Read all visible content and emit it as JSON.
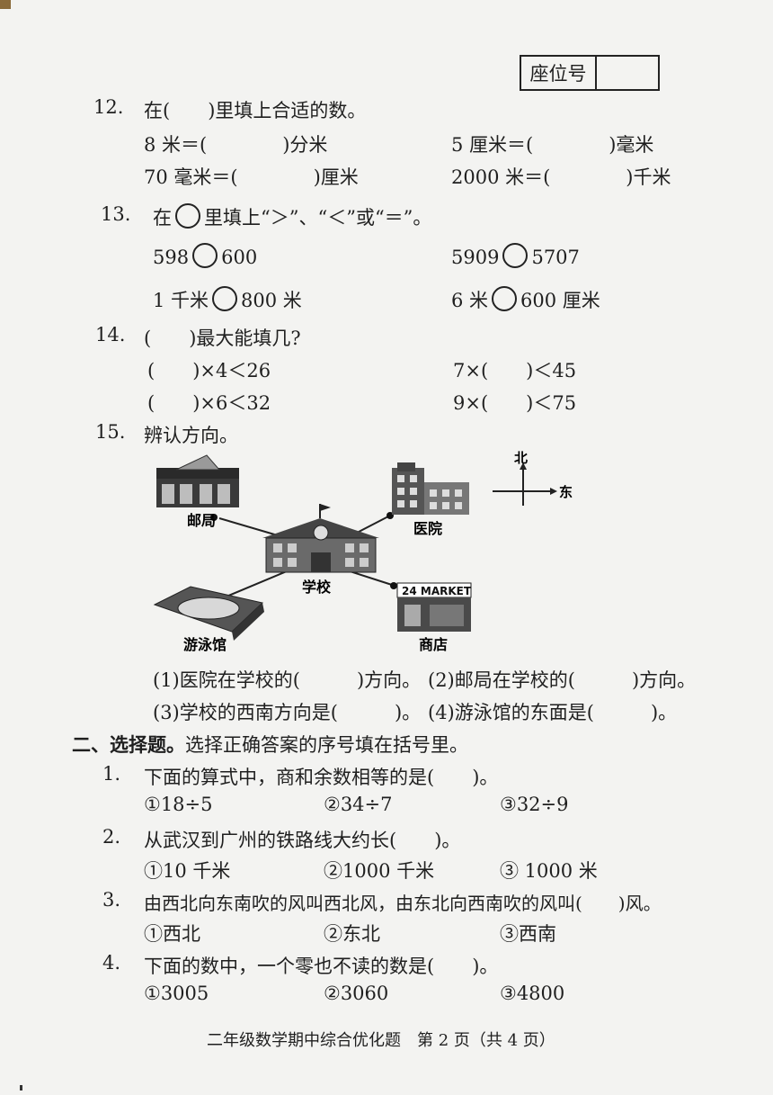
{
  "seat_label": "座位号",
  "q12": {
    "num": "12.",
    "title": "在(　　)里填上合适的数。",
    "items": [
      "8 米＝(　　　　)分米",
      "5 厘米＝(　　　　)毫米",
      "70 毫米＝(　　　　)厘米",
      "2000 米＝(　　　　)千米"
    ]
  },
  "q13": {
    "num": "13.",
    "title_pre": "在",
    "title_post": "里填上“＞”、“＜”或“＝”。",
    "items": [
      {
        "left": "598",
        "right": "600"
      },
      {
        "left": "5909",
        "right": "5707"
      },
      {
        "left": "1 千米",
        "right": "800 米"
      },
      {
        "left": "6 米",
        "right": "600 厘米"
      }
    ]
  },
  "q14": {
    "num": "14.",
    "title": "(　　)最大能填几?",
    "items": [
      "(　　)×4＜26",
      "7×(　　)＜45",
      "(　　)×6＜32",
      "9×(　　)＜75"
    ]
  },
  "q15": {
    "num": "15.",
    "title": "辨认方向。",
    "buildings": {
      "post": "邮局",
      "hospital": "医院",
      "school": "学校",
      "pool": "游泳馆",
      "shop": "商店"
    },
    "market_sign": "24 MARKET",
    "compass": {
      "north": "北",
      "east": "东"
    },
    "questions": [
      "(1)医院在学校的(　　　)方向。",
      "(2)邮局在学校的(　　　)方向。",
      "(3)学校的西南方向是(　　　)。",
      "(4)游泳馆的东面是(　　　)。"
    ]
  },
  "section2": {
    "title": "二、选择题。",
    "subtitle": "选择正确答案的序号填在括号里。",
    "questions": [
      {
        "num": "1.",
        "text": "下面的算式中，商和余数相等的是(　　)。",
        "options": [
          "①18÷5",
          "②34÷7",
          "③32÷9"
        ]
      },
      {
        "num": "2.",
        "text": "从武汉到广州的铁路线大约长(　　)。",
        "options": [
          "①10 千米",
          "②1000 千米",
          "③ 1000 米"
        ]
      },
      {
        "num": "3.",
        "text": "由西北向东南吹的风叫西北风，由东北向西南吹的风叫(　　)风。",
        "options": [
          "①西北",
          "②东北",
          "③西南"
        ]
      },
      {
        "num": "4.",
        "text": "下面的数中，一个零也不读的数是(　　)。",
        "options": [
          "①3005",
          "②3060",
          "③4800"
        ]
      }
    ]
  },
  "footer": "二年级数学期中综合优化题　第 2 页（共 4 页）"
}
